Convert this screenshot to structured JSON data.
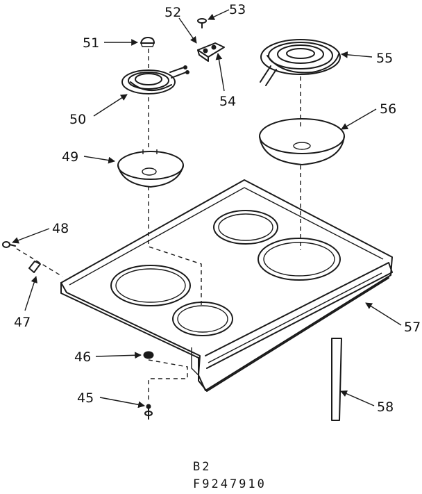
{
  "callouts": {
    "c45": "45",
    "c46": "46",
    "c47": "47",
    "c48": "48",
    "c49": "49",
    "c50": "50",
    "c51": "51",
    "c52": "52",
    "c53": "53",
    "c54": "54",
    "c55": "55",
    "c56": "56",
    "c57": "57",
    "c58": "58"
  },
  "footer": {
    "line1": "B2",
    "line2": "F9247910"
  }
}
